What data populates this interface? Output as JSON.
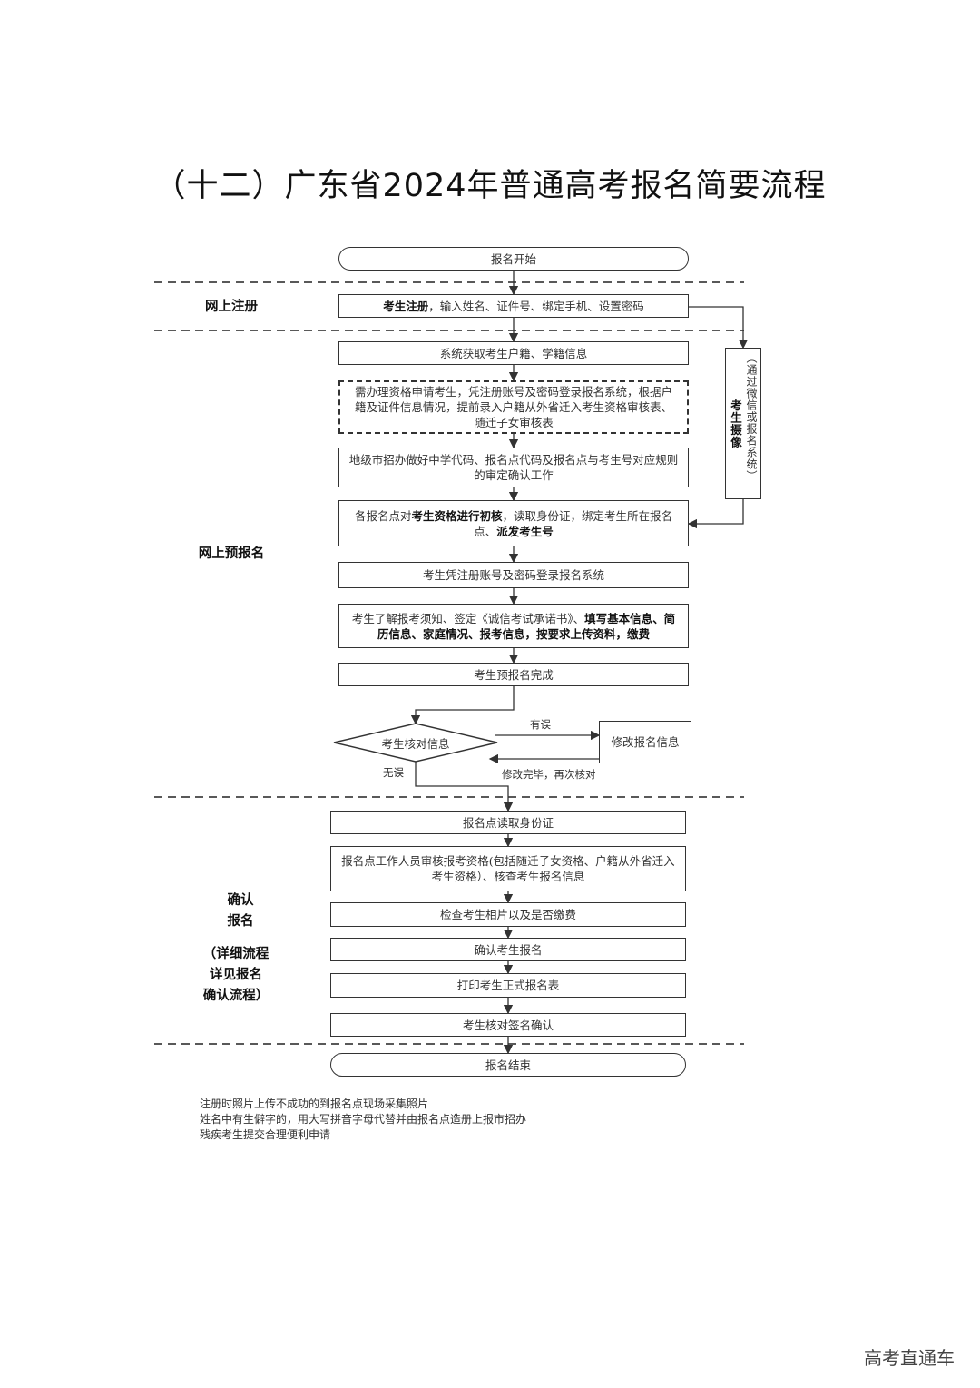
{
  "title": "（十二）广东省2024年普通高考报名简要流程",
  "sections": {
    "online_register": "网上注册",
    "online_prereg": "网上预报名",
    "confirm_line1": "确认",
    "confirm_line2": "报名",
    "confirm_note_line1": "（详细流程",
    "confirm_note_line2": "详见报名",
    "confirm_note_line3": "确认流程）"
  },
  "nodes": {
    "start": "报名开始",
    "register_bold": "考生注册",
    "register_rest": "，输入姓名、证件号、绑定手机、设置密码",
    "system_fetch": "系统获取考生户籍、学籍信息",
    "qualify_apply": "需办理资格申请考生，凭注册账号及密码登录报名系统，根据户籍及证件信息情况，提前录入户籍从外省迁入考生资格审核表、随迁子女审核表",
    "city_codes": "地级市招办做好中学代码、报名点代码及报名点与考生号对应规则的审定确认工作",
    "initial_a": "各报名点对",
    "initial_b": "考生资格进行初核",
    "initial_c": "，读取身份证，绑定考生所在报名点、",
    "initial_d": "派发考生号",
    "login": "考生凭注册账号及密码登录报名系统",
    "fill_a": "考生了解报考须知、签定《诚信考试承诺书》、",
    "fill_b": "填写基本信息、简历信息、家庭情况、报考信息，按要求上传资料，缴费",
    "prereg_done": "考生预报名完成",
    "check_info": "考生核对信息",
    "modify_info": "修改报名信息",
    "read_id": "报名点读取身份证",
    "staff_review": "报名点工作人员审核报考资格(包括随迁子女资格、户籍从外省迁入考生资格）、核查考生报名信息",
    "check_photo": "检查考生相片以及是否缴费",
    "confirm_reg": "确认考生报名",
    "print_form": "打印考生正式报名表",
    "sign_confirm": "考生核对签名确认",
    "end": "报名结束",
    "side_paren_open": "（",
    "side_wechat": "通过微信或报名系统",
    "side_paren_close": "）",
    "side_photo": "考生摄像"
  },
  "edges": {
    "has_error": "有误",
    "no_error": "无误",
    "recheck": "修改完毕，再次核对"
  },
  "notes": [
    "注册时照片上传不成功的到报名点现场采集照片",
    "姓名中有生僻字的，用大写拼音字母代替并由报名点造册上报市招办",
    "残疾考生提交合理便利申请"
  ],
  "watermark": "高考直通车"
}
